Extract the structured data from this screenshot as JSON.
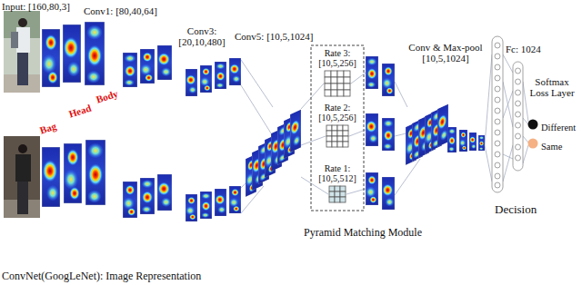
{
  "diagram": {
    "nodes": [
      {
        "text": [
          "Rate 3: [10,5,256]"
        ]
      },
      {
        "text": [
          "Rate 2: [10,5,256]"
        ]
      },
      {
        "text": [
          "Rate 1: [10,5,512]"
        ]
      },
      {
        "text": [
          "Different"
        ]
      },
      {
        "text": [
          "Same"
        ]
      }
    ],
    "labels": [
      "Input: [160,80,3]",
      "Conv1: [80,40,64]",
      "Conv3: [20,10,480]",
      "Conv5: [10,5,1024]",
      "Bag",
      "Head",
      "Body",
      "Conv & Max-pool [10,5,1024]",
      "Fc: 1024",
      "Softmax Loss Layer",
      "Pyramid Matching Module",
      "Decision",
      "ConvNet(GoogLeNet): Image Representation"
    ]
  }
}
